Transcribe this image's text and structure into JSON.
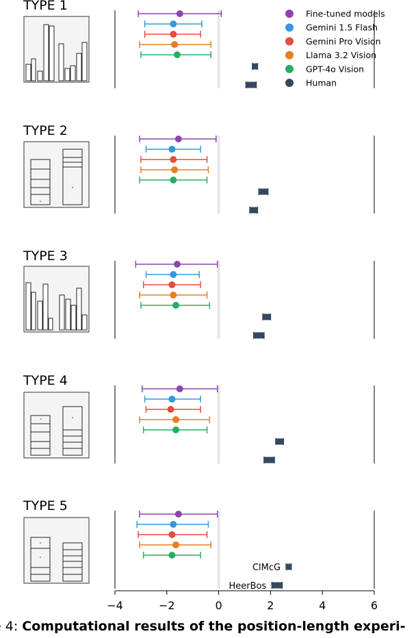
{
  "figure": {
    "caption_prefix": "e 4:",
    "caption_bold": "Computational results of the position-length experi-"
  },
  "colors": {
    "fine_tuned": "#8e44ad",
    "gemini_flash": "#3498db",
    "gemini_pro": "#e74c3c",
    "llama": "#e67e22",
    "gpt4o": "#27ae60",
    "human": "#34495e",
    "zero_line": "#e6e6e6"
  },
  "legend": {
    "placement": "top-right",
    "entries": [
      "Fine-tuned models",
      "Gemini 1.5 Flash",
      "Gemini Pro Vision",
      "Llama 3.2 Vision",
      "GPT-4o Vision",
      "Human"
    ]
  },
  "chart_data": {
    "type": "errorbar",
    "x_ticks": [
      "−4",
      "−2",
      "0",
      "2",
      "4",
      "6"
    ],
    "xlim": [
      -4,
      6
    ],
    "panels": [
      {
        "title": "TYPE 1",
        "rows": [
          {
            "series": "Fine-tuned models",
            "mean": -1.5,
            "low": -3.1,
            "high": 0.1
          },
          {
            "series": "Gemini 1.5 Flash",
            "mean": -1.75,
            "low": -2.85,
            "high": -0.65
          },
          {
            "series": "Gemini Pro Vision",
            "mean": -1.75,
            "low": -2.85,
            "high": -0.7
          },
          {
            "series": "Llama 3.2 Vision",
            "mean": -1.7,
            "low": -3.05,
            "high": -0.3
          },
          {
            "series": "GPT-4o Vision",
            "mean": -1.6,
            "low": -3.0,
            "high": -0.3
          },
          {
            "series": "Human",
            "mean": 1.4,
            "low": 1.3,
            "high": 1.5
          },
          {
            "series": "Human",
            "mean": 1.25,
            "low": 1.05,
            "high": 1.45
          }
        ]
      },
      {
        "title": "TYPE 2",
        "rows": [
          {
            "series": "Fine-tuned models",
            "mean": -1.55,
            "low": -3.05,
            "high": -0.1
          },
          {
            "series": "Gemini 1.5 Flash",
            "mean": -1.8,
            "low": -2.8,
            "high": -0.7
          },
          {
            "series": "Gemini Pro Vision",
            "mean": -1.75,
            "low": -3.0,
            "high": -0.45
          },
          {
            "series": "Llama 3.2 Vision",
            "mean": -1.7,
            "low": -3.0,
            "high": -0.4
          },
          {
            "series": "GPT-4o Vision",
            "mean": -1.75,
            "low": -3.05,
            "high": -0.45
          },
          {
            "series": "Human",
            "mean": 1.7,
            "low": 1.55,
            "high": 1.9
          },
          {
            "series": "Human",
            "mean": 1.35,
            "low": 1.2,
            "high": 1.5
          }
        ]
      },
      {
        "title": "TYPE 3",
        "rows": [
          {
            "series": "Fine-tuned models",
            "mean": -1.6,
            "low": -3.2,
            "high": -0.05
          },
          {
            "series": "Gemini 1.5 Flash",
            "mean": -1.75,
            "low": -2.8,
            "high": -0.75
          },
          {
            "series": "Gemini Pro Vision",
            "mean": -1.8,
            "low": -2.9,
            "high": -0.7
          },
          {
            "series": "Llama 3.2 Vision",
            "mean": -1.75,
            "low": -3.05,
            "high": -0.45
          },
          {
            "series": "GPT-4o Vision",
            "mean": -1.65,
            "low": -3.0,
            "high": -0.35
          },
          {
            "series": "Human",
            "mean": 1.85,
            "low": 1.7,
            "high": 2.0
          },
          {
            "series": "Human",
            "mean": 1.55,
            "low": 1.35,
            "high": 1.75
          }
        ]
      },
      {
        "title": "TYPE 4",
        "rows": [
          {
            "series": "Fine-tuned models",
            "mean": -1.5,
            "low": -2.95,
            "high": -0.05
          },
          {
            "series": "Gemini 1.5 Flash",
            "mean": -1.8,
            "low": -2.85,
            "high": -0.7
          },
          {
            "series": "Gemini Pro Vision",
            "mean": -1.85,
            "low": -2.8,
            "high": -0.7
          },
          {
            "series": "Llama 3.2 Vision",
            "mean": -1.65,
            "low": -3.05,
            "high": -0.35
          },
          {
            "series": "GPT-4o Vision",
            "mean": -1.65,
            "low": -2.9,
            "high": -0.45
          },
          {
            "series": "Human",
            "mean": 2.35,
            "low": 2.2,
            "high": 2.5
          },
          {
            "series": "Human",
            "mean": 1.95,
            "low": 1.75,
            "high": 2.15
          }
        ]
      },
      {
        "title": "TYPE 5",
        "rows": [
          {
            "series": "Fine-tuned models",
            "mean": -1.55,
            "low": -3.05,
            "high": -0.05
          },
          {
            "series": "Gemini 1.5 Flash",
            "mean": -1.75,
            "low": -3.15,
            "high": -0.4
          },
          {
            "series": "Gemini Pro Vision",
            "mean": -1.8,
            "low": -3.1,
            "high": -0.45
          },
          {
            "series": "Llama 3.2 Vision",
            "mean": -1.65,
            "low": -3.05,
            "high": -0.3
          },
          {
            "series": "GPT-4o Vision",
            "mean": -1.8,
            "low": -2.9,
            "high": -0.7
          },
          {
            "series": "Human",
            "label": "ClMcG",
            "mean": 2.7,
            "low": 2.6,
            "high": 2.8
          },
          {
            "series": "Human",
            "label": "HeerBos",
            "mean": 2.25,
            "low": 2.05,
            "high": 2.45
          }
        ]
      }
    ]
  }
}
